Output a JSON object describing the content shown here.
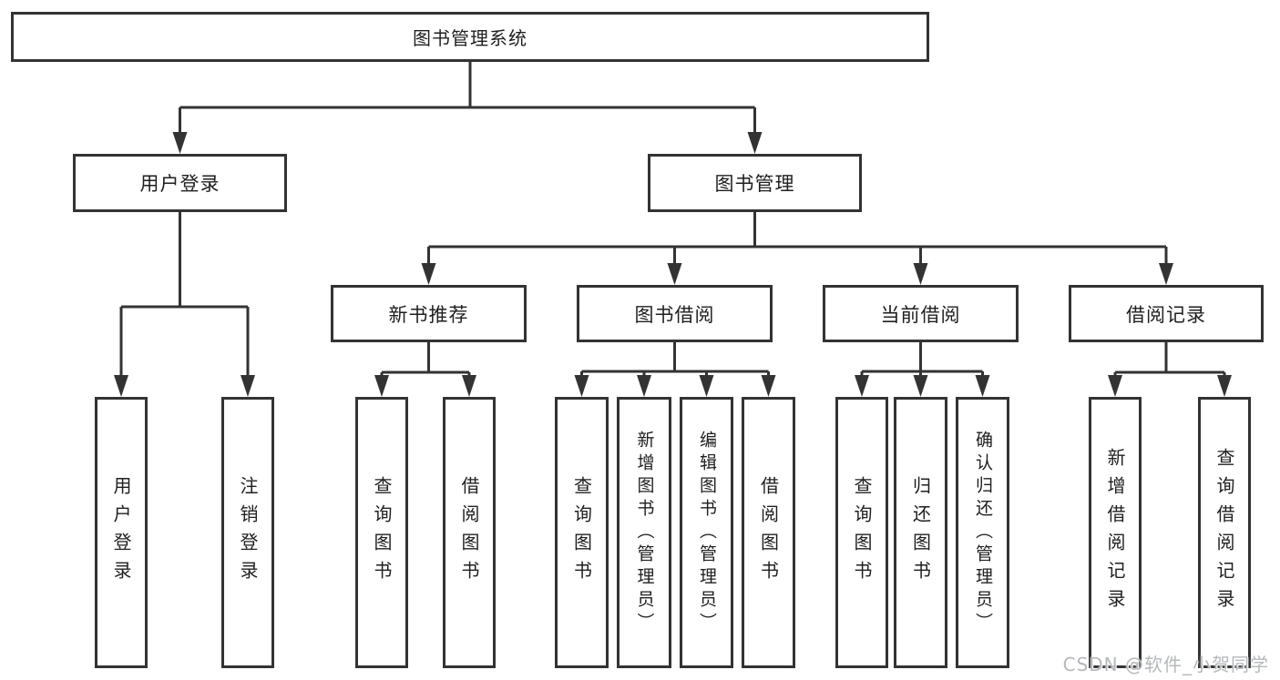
{
  "diagram": {
    "root": "图书管理系统",
    "level2": [
      "用户登录",
      "图书管理"
    ],
    "level3": [
      "新书推荐",
      "图书借阅",
      "当前借阅",
      "借阅记录"
    ],
    "leaves": {
      "user_login": [
        "用户登录",
        "注销登录"
      ],
      "new_book": [
        "查询图书",
        "借阅图书"
      ],
      "book_borrow": [
        "查询图书",
        "新增图书（管理员）",
        "编辑图书（管理员）",
        "借阅图书"
      ],
      "current_borrow": [
        "查询图书",
        "归还图书",
        "确认归还（管理员）"
      ],
      "borrow_record": [
        "新增借阅记录",
        "查询借阅记录"
      ]
    }
  },
  "watermark": "CSDN @软件_小贺同学",
  "colors": {
    "line": "#333333",
    "box_border": "#333333",
    "text": "#1f1f1f",
    "background": "#ffffff",
    "watermark": "#b6b8bc"
  }
}
